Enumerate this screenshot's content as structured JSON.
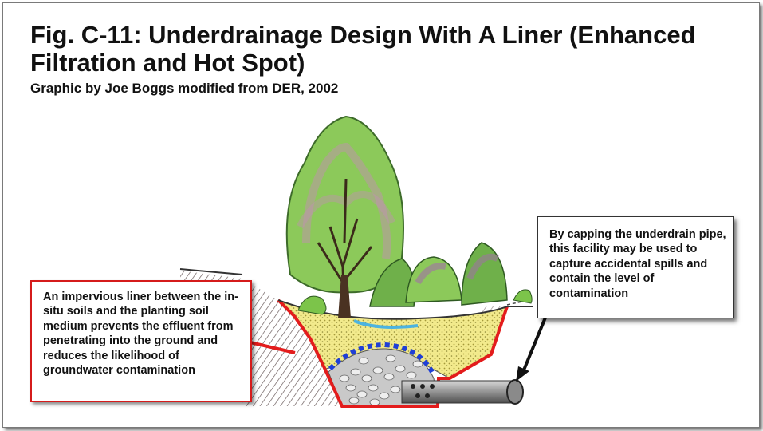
{
  "figure": {
    "title": "Fig. C-11:  Underdrainage Design With A Liner (Enhanced Filtration and Hot Spot)",
    "subtitle": "Graphic by Joe Boggs modified from DER, 2002"
  },
  "callouts": {
    "liner": "An impervious liner between the in-situ soils and the planting soil medium prevents the effluent from penetrating into the ground and reduces the likelihood of groundwater contamination",
    "capping": "By capping the underdrain pipe, this facility may be used to capture accidental spills and contain the level of contamination"
  },
  "colors": {
    "liner": "#e31c1c",
    "filter_fabric": "#1f3fd6",
    "planting_soil": "#f1e88a",
    "foliage": "#7cc44a",
    "pipe": "#8a8a8a"
  }
}
